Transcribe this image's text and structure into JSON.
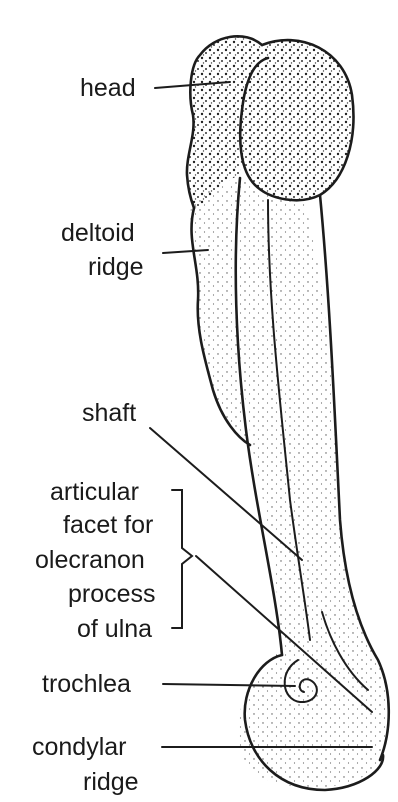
{
  "diagram": {
    "labels": {
      "head": "head",
      "deltoid_ridge_1": "deltoid",
      "deltoid_ridge_2": "ridge",
      "shaft": "shaft",
      "articular_1": "articular",
      "articular_2": "facet for",
      "articular_3": "olecranon",
      "articular_4": "process",
      "articular_5": "of ulna",
      "trochlea": "trochlea",
      "condylar_1": "condylar",
      "condylar_2": "ridge"
    }
  }
}
